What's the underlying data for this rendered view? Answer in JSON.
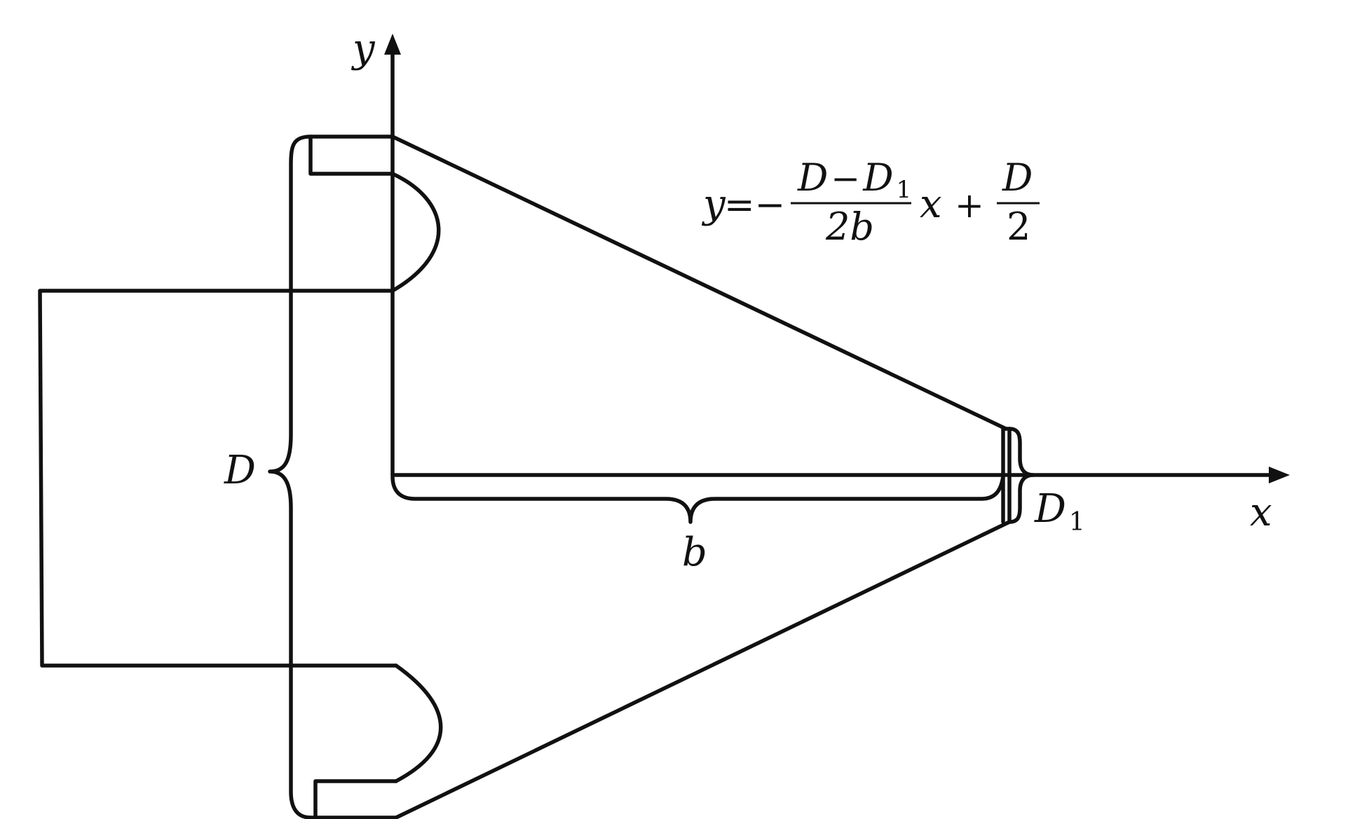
{
  "labels": {
    "y_axis": "y",
    "x_axis": "x",
    "D": "D",
    "D1_main": "D",
    "D1_sub": "1",
    "b": "b"
  },
  "equation": {
    "lhs": "y",
    "equals_minus": "=−",
    "frac1_num_a": "D",
    "frac1_num_op": "−",
    "frac1_num_b": "D",
    "frac1_num_sub": "1",
    "frac1_den": "2b",
    "var": "x",
    "plus": "+",
    "frac2_num": "D",
    "frac2_den": "2"
  },
  "colors": {
    "stroke": "#111111",
    "background": "#ffffff"
  }
}
